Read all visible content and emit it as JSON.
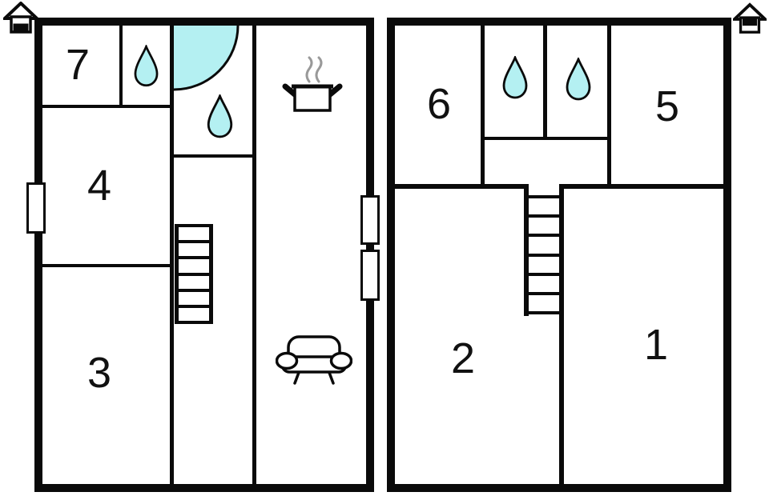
{
  "colors": {
    "wall": "#0a0a0a",
    "water_fill": "#b4f0f2",
    "steam": "#999999",
    "background": "#ffffff"
  },
  "ground_floor": {
    "rooms": {
      "room7": "7",
      "room4": "4",
      "room3": "3"
    },
    "icons": {
      "house_marker": "house-ground-floor-icon",
      "corner_shower": "shower-corner-icon",
      "bath_drop_small_room": "water-drop-icon",
      "bath_drop_shower_room": "water-drop-icon",
      "kitchen": "stove-pot-icon",
      "living": "sofa-icon",
      "stairs": "staircase",
      "windows": [
        "window-marker-left",
        "window-marker-right-upper",
        "window-marker-right-lower"
      ]
    }
  },
  "upper_floor": {
    "rooms": {
      "room6": "6",
      "room5": "5",
      "room2": "2",
      "room1": "1"
    },
    "icons": {
      "house_marker": "house-upper-floor-icon",
      "bath_drop_left": "water-drop-icon",
      "bath_drop_right": "water-drop-icon",
      "stairs": "staircase"
    }
  }
}
